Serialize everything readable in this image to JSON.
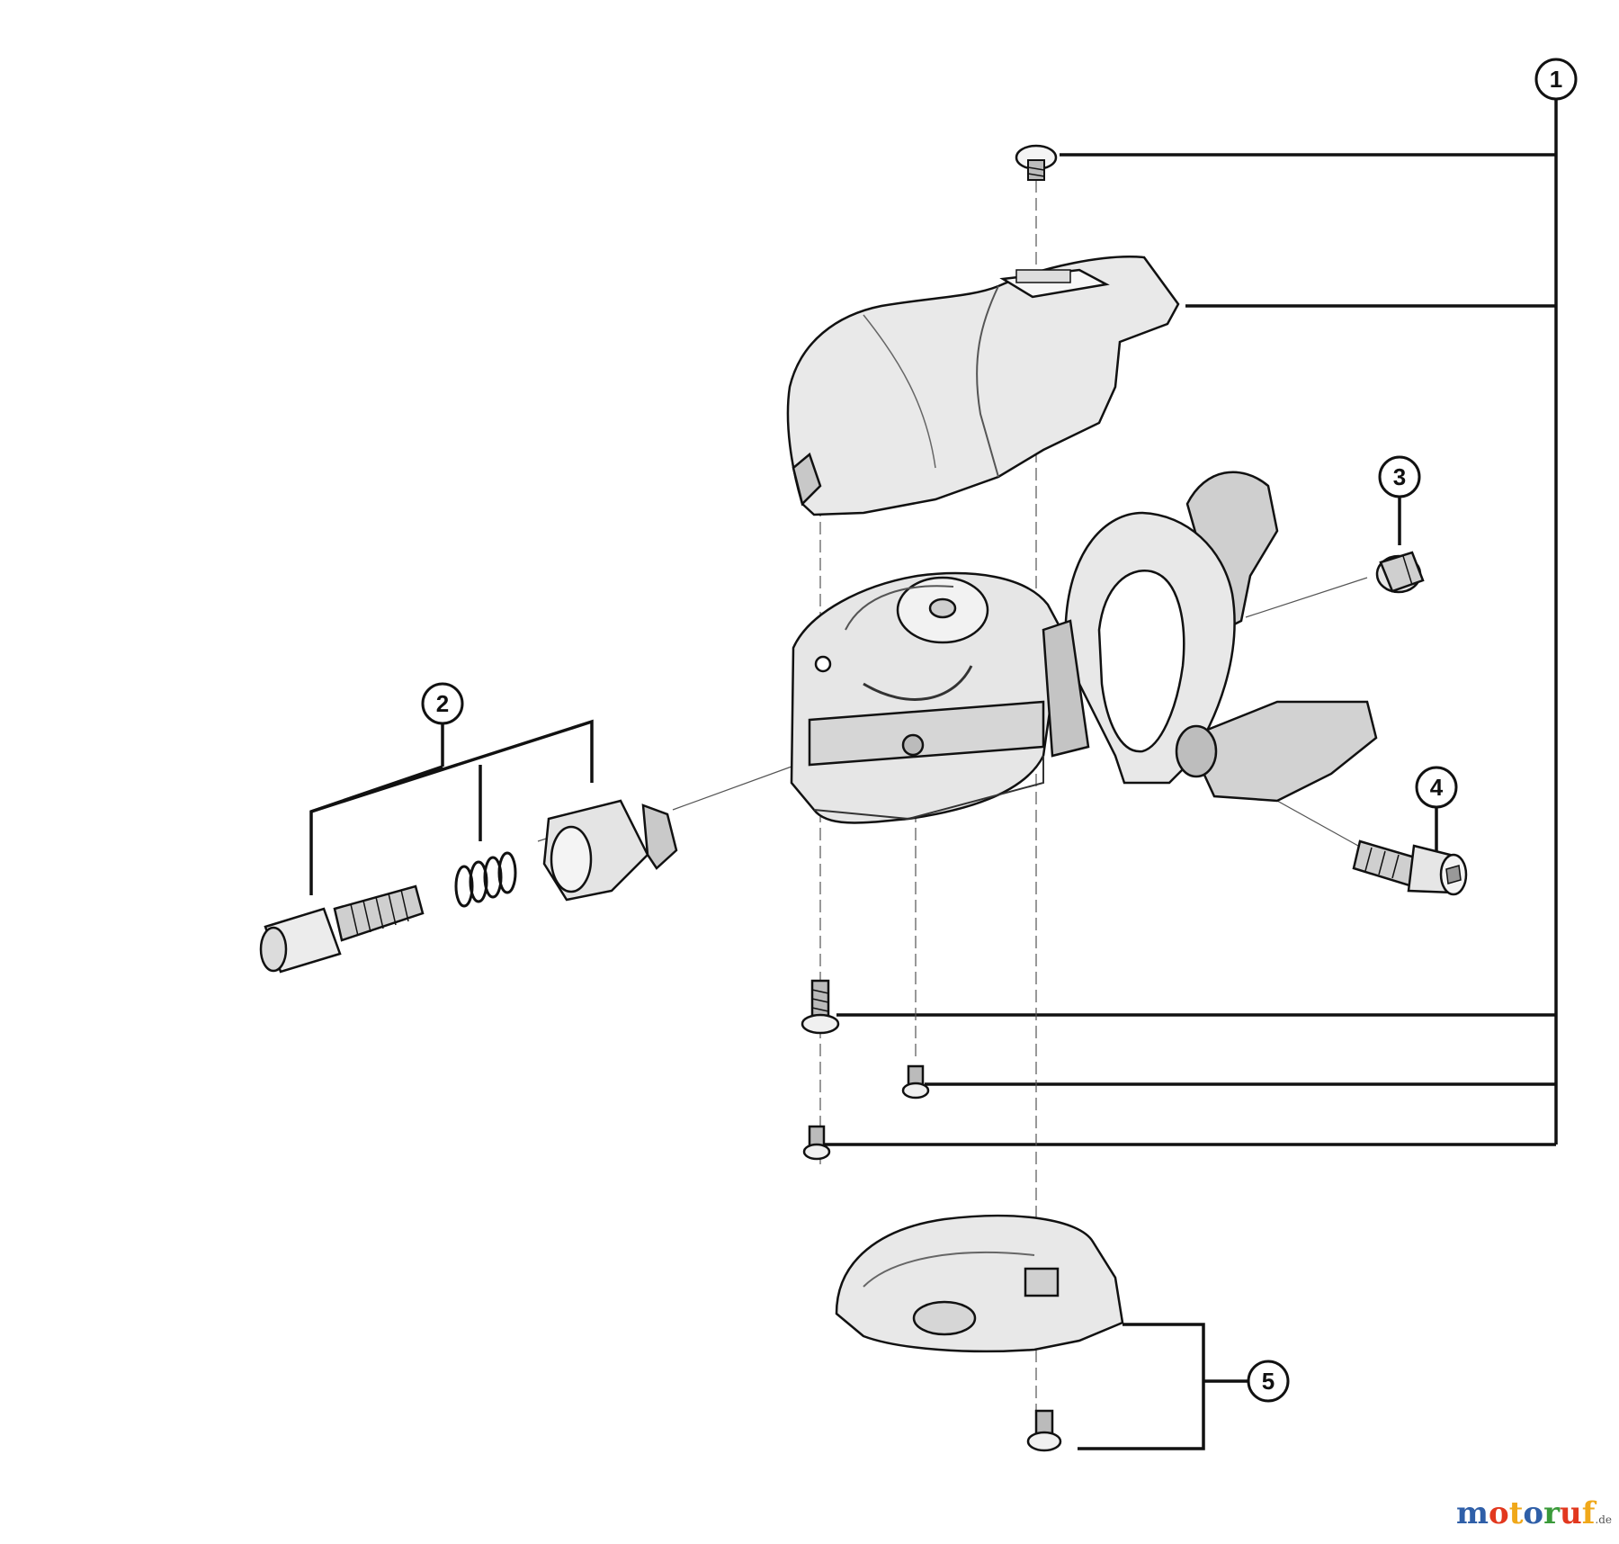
{
  "callouts": [
    {
      "id": "1",
      "label": "1"
    },
    {
      "id": "2",
      "label": "2"
    },
    {
      "id": "3",
      "label": "3"
    },
    {
      "id": "4",
      "label": "4"
    },
    {
      "id": "5",
      "label": "5"
    }
  ],
  "watermark": {
    "text": "motoruf",
    "suffix": ".de",
    "letter_colors": [
      "#2f5fa8",
      "#e2381f",
      "#f0a81a",
      "#2f5fa8",
      "#3a9a3a",
      "#e2381f",
      "#f0a81a"
    ]
  },
  "colors": {
    "line": "#111111",
    "part_fill": "#eeeeee",
    "part_shade": "#9a9a9a",
    "part_dark": "#4a4a4a"
  }
}
